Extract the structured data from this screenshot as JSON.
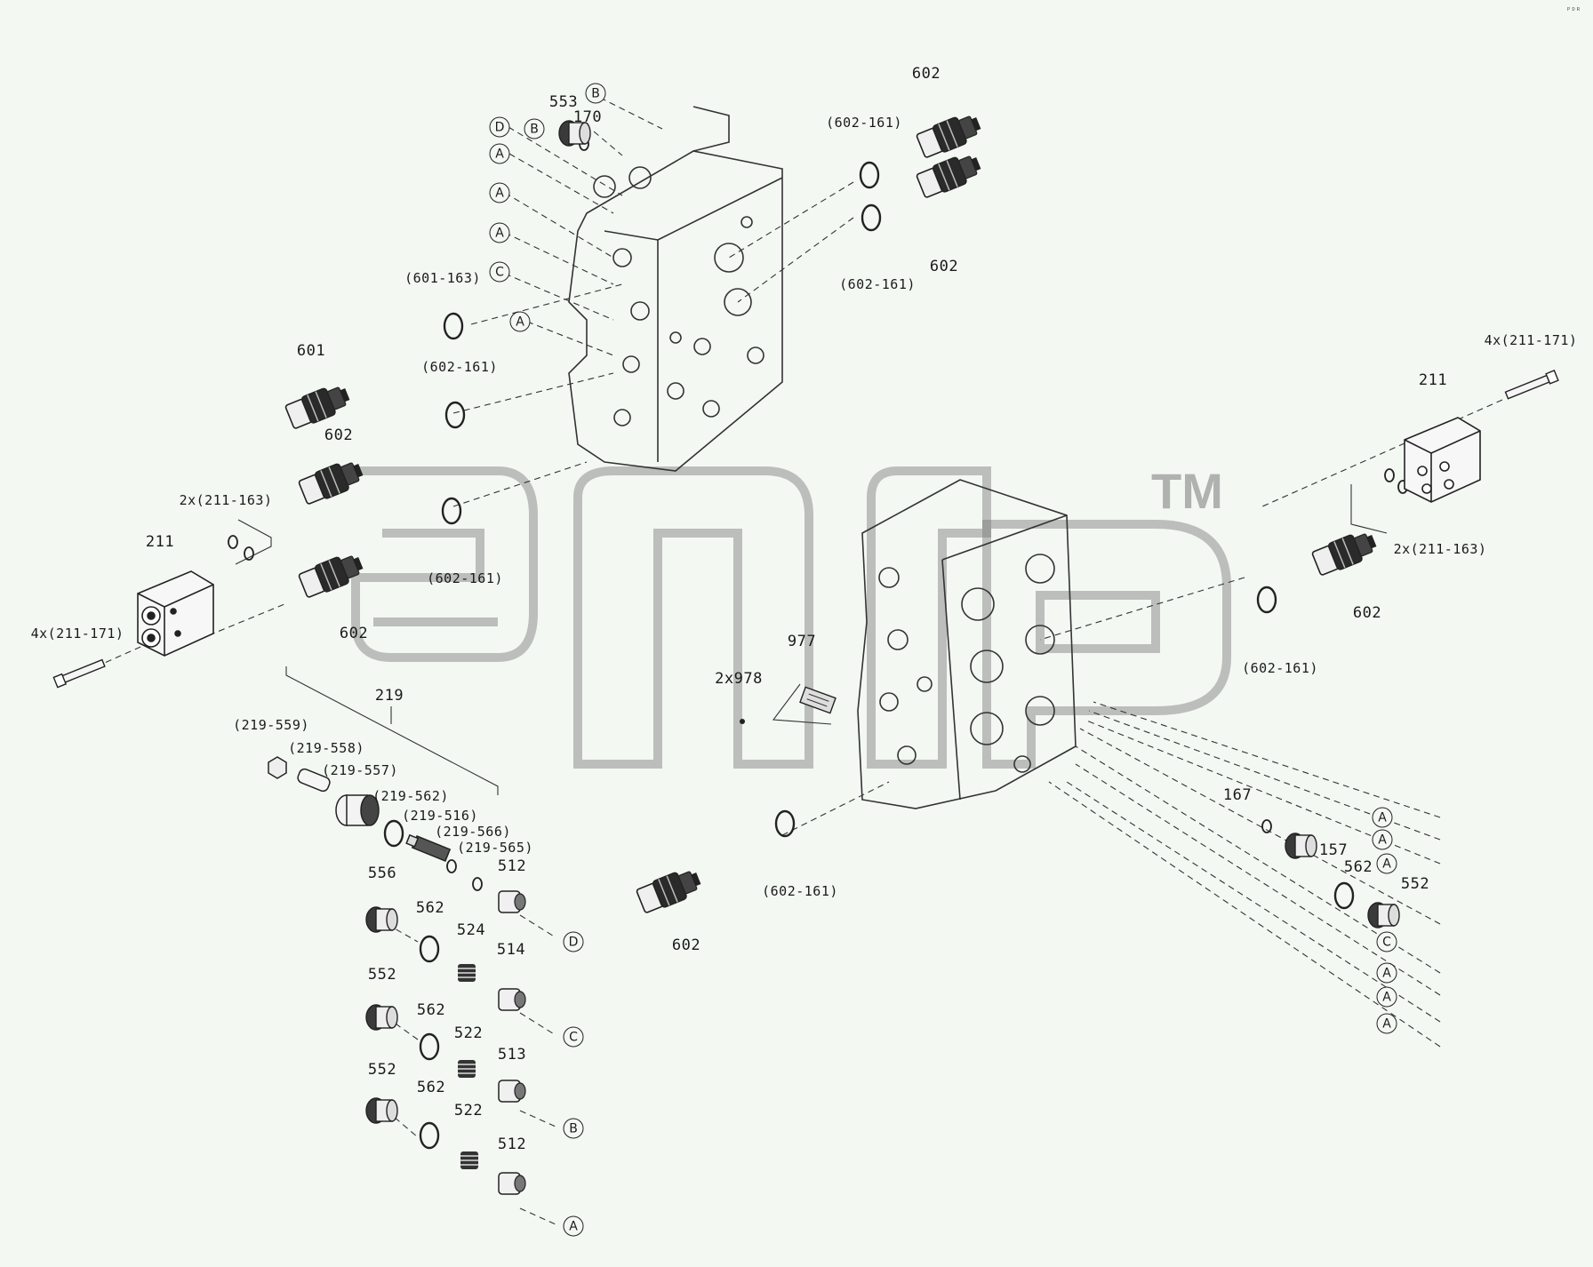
{
  "watermark": {
    "trademark": "TM"
  },
  "corner_mark": "ᴾᴰᴿ",
  "labels": {
    "l553": "553",
    "l170": "170",
    "l602_top1": "602",
    "l602_top2": "602",
    "l602_161_a": "(602-161)",
    "l602_161_b": "(602-161)",
    "l601_163": "(601-163)",
    "l601": "601",
    "l602_161_c": "(602-161)",
    "l602_left1": "602",
    "l2x211_163_l": "2x(211-163)",
    "l211_l": "211",
    "l602_161_d": "(602-161)",
    "l602_left2": "602",
    "l4x211_171_l": "4x(211-171)",
    "l4x211_171_r": "4x(211-171)",
    "l211_r": "211",
    "l2x211_163_r": "2x(211-163)",
    "l602_right": "602",
    "l602_161_e": "(602-161)",
    "l977": "977",
    "l2x978": "2x978",
    "l219": "219",
    "l219_559": "(219-559)",
    "l219_558": "(219-558)",
    "l219_557": "(219-557)",
    "l219_562": "(219-562)",
    "l219_516": "(219-516)",
    "l219_566": "(219-566)",
    "l219_565": "(219-565)",
    "l512_a": "512",
    "l556": "556",
    "l562_a": "562",
    "l524": "524",
    "l514": "514",
    "l552_a": "552",
    "l562_b": "562",
    "l522_a": "522",
    "l513": "513",
    "l552_b": "552",
    "l562_c": "562",
    "l522_b": "522",
    "l512_b": "512",
    "l167": "167",
    "l157": "157",
    "l562_r": "562",
    "l552_r": "552",
    "l602_161_f": "(602-161)",
    "l602_bottom": "602"
  },
  "circles": {
    "c_b1": "B",
    "c_d1": "D",
    "c_b2": "B",
    "c_a1": "A",
    "c_a2": "A",
    "c_a3": "A",
    "c_c1": "C",
    "c_a4": "A",
    "c_d_bot": "D",
    "c_c_bot": "C",
    "c_b_bot": "B",
    "c_a_bot": "A",
    "c_ra1": "A",
    "c_ra2": "A",
    "c_ra3": "A",
    "c_rc": "C",
    "c_ra4": "A",
    "c_ra5": "A",
    "c_ra6": "A"
  }
}
